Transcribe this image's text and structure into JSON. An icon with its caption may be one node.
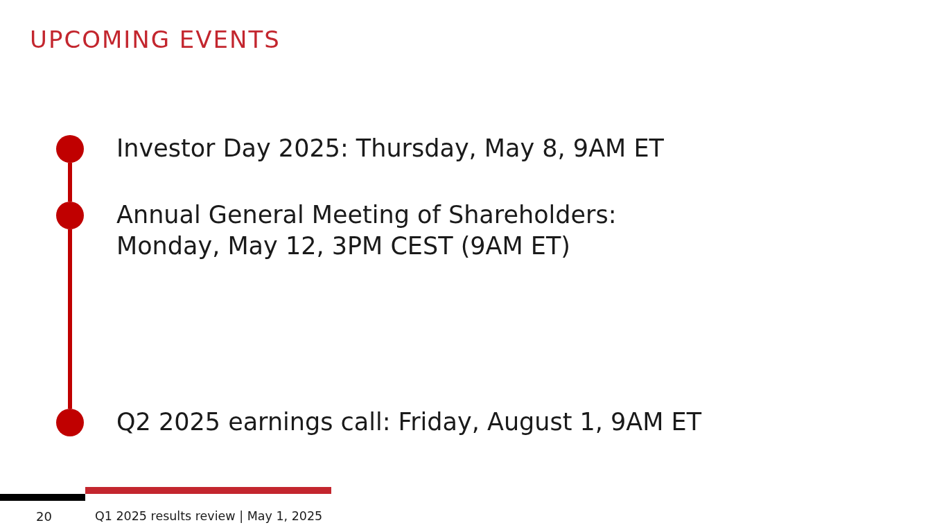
{
  "diagram": {
    "title": "UPCOMING EVENTS",
    "nodes": [
      {
        "text": [],
        "shape": "circle",
        "beside": [
          "Investor Day 2025: Thursday, May 8, 9AM ET"
        ]
      },
      {
        "text": [],
        "shape": "circle",
        "beside": [
          "Annual General Meeting of Shareholders: Monday, May 12, 3PM CEST (9AM ET)"
        ]
      },
      {
        "text": [],
        "shape": "circle",
        "beside": [
          "Q2 2025 earnings call: Friday, August 1, 9AM ET"
        ]
      }
    ],
    "edges": [
      {
        "from": 0,
        "to": 1,
        "arrow": "none"
      },
      {
        "from": 1,
        "to": 2,
        "arrow": "none"
      }
    ],
    "labels": [
      "20",
      "Q1 2025 results review | May 1, 2025"
    ]
  }
}
